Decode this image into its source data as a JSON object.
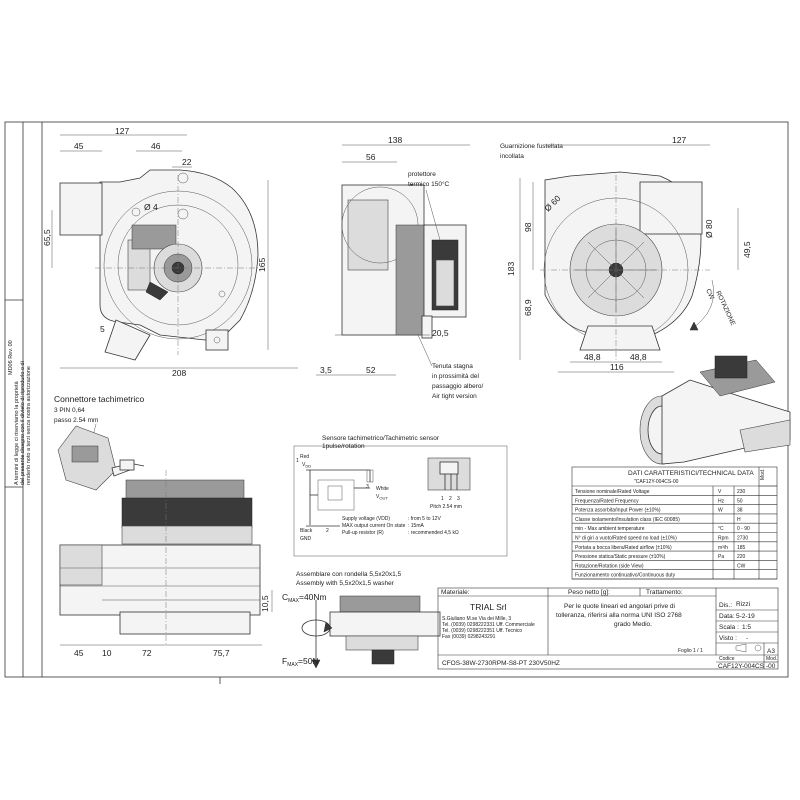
{
  "views": {
    "front": {
      "dims": [
        "127",
        "45",
        "46",
        "22",
        "Ø 4",
        "65,5",
        "165",
        "5",
        "208"
      ]
    },
    "side": {
      "dims": [
        "138",
        "56",
        "3,5",
        "52",
        "20,5"
      ],
      "notes": {
        "protector_line1": "protettore",
        "protector_line2": "termico 150°C",
        "seal_line1": "Tenuta stagna",
        "seal_line2": "in prossimità del",
        "seal_line3": "passaggio albero/",
        "seal_line4": "Air tight version"
      }
    },
    "rear": {
      "gasket_line1": "Guarnizione fustellata",
      "gasket_line2": "incollata",
      "dims": [
        "127",
        "Ø 60",
        "98",
        "Ø 80",
        "49,5",
        "183",
        "68,9",
        "48,8",
        "48,8",
        "116"
      ],
      "rotation_line1": "ROTAZIONE",
      "rotation_line2": "CW"
    },
    "connector": {
      "line1": "Connettore tachimetrico",
      "line2": "3 PIN 0,64",
      "line3": "passo 2.54 mm"
    },
    "bottom": {
      "dims": [
        "45",
        "10",
        "72",
        "75,7",
        "10,5"
      ],
      "cmax_label": "C",
      "cmax_sub": "MAX",
      "cmax_value": "=40Nm",
      "fmax_label": "F",
      "fmax_sub": "MAX",
      "fmax_value": "=50N",
      "assembly_line1": "Assemblare con rondella 5,5x20x1,5",
      "assembly_line2": "Assembly with 5,5x20x1,5 washer"
    },
    "sensor": {
      "title_line1": "Sensore tachimetrico/Tachimetric sensor",
      "title_line2": "1pulse/rotation",
      "red": "Red",
      "vdd": "V",
      "vdd_sub": "DD",
      "white": "White",
      "vout": "V",
      "vout_sub": "OUT",
      "black": "Black",
      "gnd": "GND",
      "pin1": "1",
      "pin2": "2",
      "pin3": "3",
      "pin_vdd": "1",
      "pin_out": "3",
      "pin_gnd": "2",
      "pitch": "Pitch 2.54 mm",
      "spec_labels": [
        "Supply voltage (VDD)",
        "MAX output current On state",
        "Pull-up resistor (R)"
      ],
      "spec_values": [
        ": from 5 to 12V",
        ": 15mA",
        ": recommended 4,5 kΩ"
      ]
    }
  },
  "tech_table": {
    "title_line1": "DATI CARATTERISTICI/TECHNICAL DATA",
    "title_line2": "\"CAF12Y-004CS-00",
    "mod_header": "Mod.",
    "rows": [
      {
        "label": "Tensione  nominale/Rated Voltage",
        "unit": "V",
        "value": "230"
      },
      {
        "label": "Frequenza/Rated Frequency",
        "unit": "Hz",
        "value": "50"
      },
      {
        "label": "Potenza assorbita/Input Power (±10%)",
        "unit": "W",
        "value": "38"
      },
      {
        "label": "Classe isolamento/Insulation class (IEC 60085)",
        "unit": "",
        "value": "H"
      },
      {
        "label": "min - Max ambient temperature",
        "unit": "°C",
        "value": "0 - 90"
      },
      {
        "label": "N° di giri a vuoto/Rated speed no load (±10%)",
        "unit": "Rpm",
        "value": "2730"
      },
      {
        "label": "Portata a bocca libera/Rated airflow (±10%)",
        "unit": "m³/h",
        "value": "185"
      },
      {
        "label": "Pressione statica/Static pressure (±10%)",
        "unit": "Pa",
        "value": "220"
      },
      {
        "label": "Rotazione/Rotation (side View)",
        "unit": "",
        "value": "CW"
      },
      {
        "label": "Funzionamento continuativo/Continuous duty",
        "unit": "",
        "value": ""
      }
    ]
  },
  "title_block": {
    "materiale": "Materiale:",
    "peso": "Peso netto [g]:",
    "trattamento": "Trattamento:",
    "company": "TRIAL Srl",
    "address_lines": [
      "S.Giuliano M.se Via dei Mille, 3",
      "Tel. (0039) 0298222331 Uff. Commerciale",
      "Tel. (0039) 0298222351 Uff. Tecnico",
      "Fax (0039) 0298243291"
    ],
    "tolerance_line1": "Per le quote lineari ed angolari prive di",
    "tolerance_line2": "tolleranza, riferirsi alla norma UNI ISO 2768",
    "tolerance_line3": "grado Medio.",
    "dis_label": "Dis.:",
    "dis_value": "Rizzi",
    "data_label": "Data:",
    "data_value": "5-2-19",
    "scala_label": "Scala :",
    "scala_value": "1:5",
    "visto_label": "Visto :",
    "visto_value": "-",
    "foglio": "Foglio 1 / 1",
    "format": "A3",
    "codice_label": "Codice",
    "mod_label": "Mod.",
    "description": "CFOS-38W-2730RPM-S8-PT     230V50HZ",
    "code": "CAF12Y-004CS",
    "mod": "-00"
  },
  "side_note": {
    "line1": "MD06 Rev. 00",
    "line2": "A termini di legge ci riserviamo la proprietà",
    "line3": "del presente disegno con il divieto di riprodurlo o di",
    "line4": "renderlo noto a terzi senza nostra autorizzazione"
  }
}
